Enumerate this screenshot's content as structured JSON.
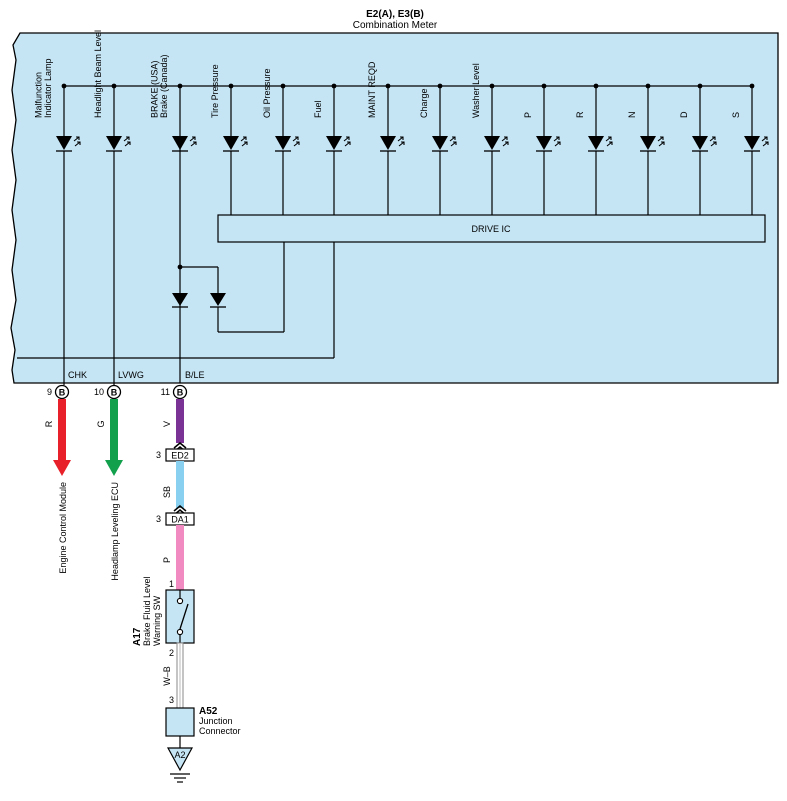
{
  "header": {
    "component_code": "E2(A), E3(B)",
    "component_name": "Combination Meter"
  },
  "meter": {
    "lamps": [
      "Malfunction Indicator Lamp",
      "Headlight Beam Level",
      "BRAKE (USA) Brake (Canada)",
      "Tire Pressure",
      "Oil Pressure",
      "Fuel",
      "MAINT REQD",
      "Charge",
      "Washer Level",
      "P",
      "R",
      "N",
      "D",
      "S"
    ],
    "lamp_lines": [
      [
        "Malfunction",
        "Indicator Lamp"
      ],
      [
        "Headlight Beam Level"
      ],
      [
        "BRAKE (USA)",
        "Brake (Canada)"
      ],
      [
        "Tire Pressure"
      ],
      [
        "Oil Pressure"
      ],
      [
        "Fuel"
      ],
      [
        "MAINT REQD"
      ],
      [
        "Charge"
      ],
      [
        "Washer Level"
      ],
      [
        "P"
      ],
      [
        "R"
      ],
      [
        "N"
      ],
      [
        "D"
      ],
      [
        "S"
      ]
    ],
    "drive_ic": "DRIVE IC",
    "terminals": [
      {
        "signal": "CHK",
        "pin": "9",
        "conn": "B",
        "color": "R",
        "to": "Engine Control Module"
      },
      {
        "signal": "LVWG",
        "pin": "10",
        "conn": "B",
        "color": "G",
        "to": "Headlamp Leveling ECU"
      },
      {
        "signal": "B/LE",
        "pin": "11",
        "conn": "B",
        "color": "V",
        "to": ""
      }
    ]
  },
  "harness": {
    "conn1": {
      "pin": "3",
      "name": "ED2"
    },
    "wire2_color": "SB",
    "conn2": {
      "pin": "3",
      "name": "DA1"
    },
    "wire3_color": "P",
    "switch": {
      "pin_top": "1",
      "pin_bottom": "2",
      "code": "A17",
      "name": "Brake Fluid Level Warning SW"
    },
    "switch_lines": [
      "Brake Fluid Level",
      "Warning SW"
    ],
    "wire4_color": "W–B",
    "junction_pin": "3",
    "junction": {
      "code": "A52",
      "line1": "Junction",
      "line2": "Connector"
    },
    "ground": "A2"
  },
  "colors": {
    "meter_fill": "#c5e5f5",
    "wire_R": "#e8202a",
    "wire_G": "#13a04d",
    "wire_V": "#7b3295",
    "wire_SB": "#88cff0",
    "wire_P": "#f08ac0",
    "wire_WB": "#b8b8b8"
  }
}
